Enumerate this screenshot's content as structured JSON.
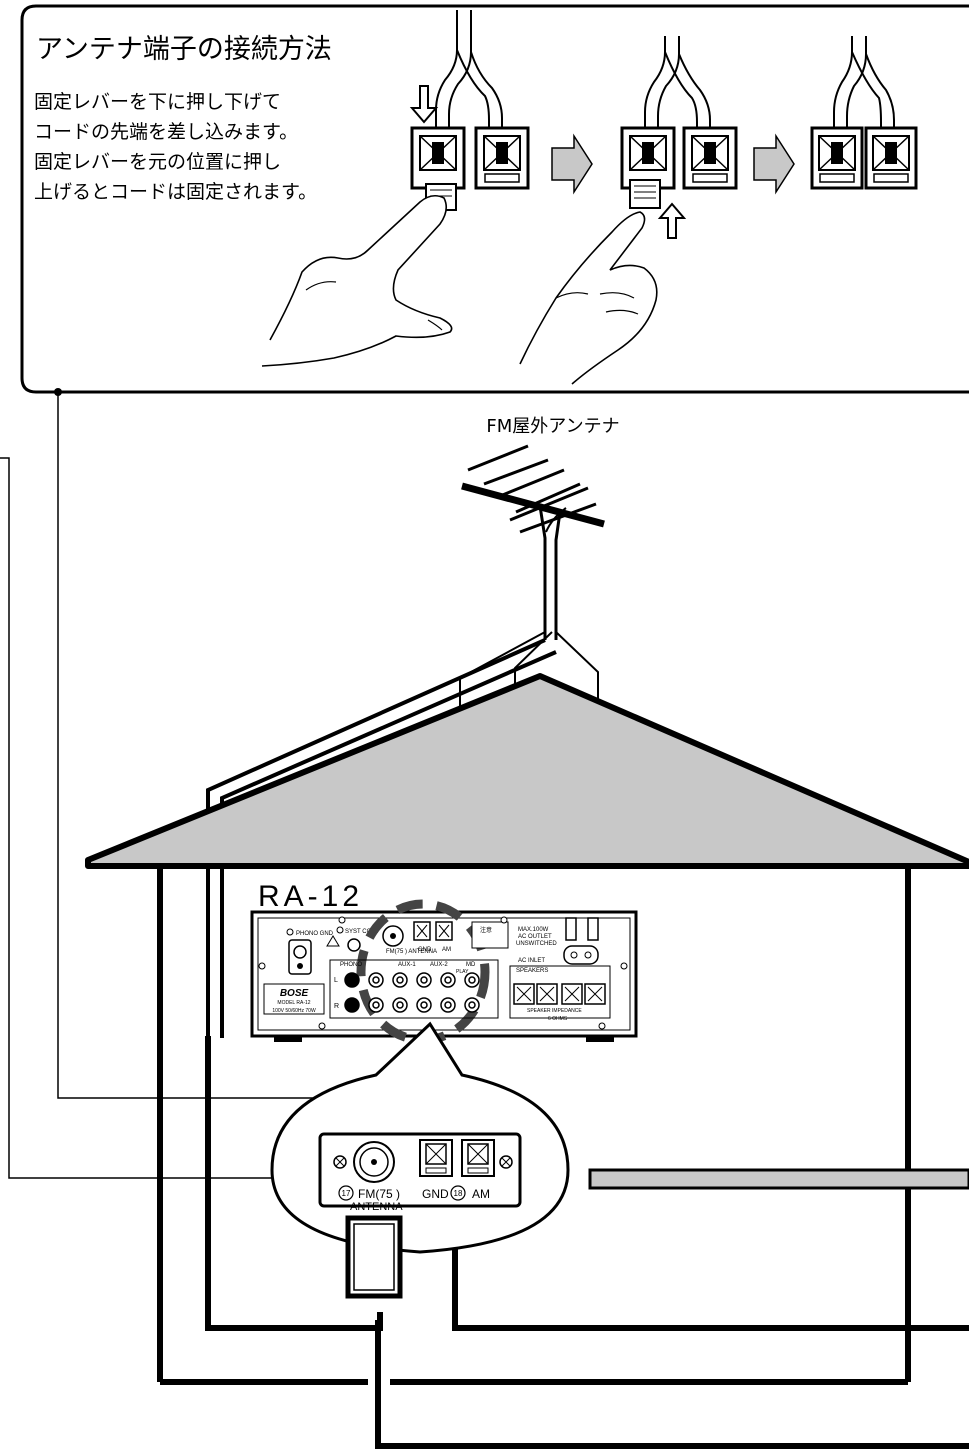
{
  "instructions": {
    "title": "アンテナ端子の接続方法",
    "lines": [
      "固定レバーを下に押し下げて",
      "コードの先端を差し込みます。",
      "固定レバーを元の位置に押し",
      "上げるとコードは固定されます。"
    ]
  },
  "antenna_label": "FM屋外アンテナ",
  "model_label": "RA-12",
  "rear_panel": {
    "phono_gnd": "PHONO GND",
    "syst_cont": "SYST CONT",
    "fm_antenna_short": "FM(75   ) ANTENNA",
    "gnd": "GND",
    "am": "AM",
    "phono": "PHONO",
    "aux1": "AUX-1",
    "aux2": "AUX-2",
    "md": "MD",
    "play": "PLAY",
    "notice": "注意",
    "max_outlet": "MAX.100W",
    "ac_outlet": "AC OUTLET",
    "unswitched": "UNSWITCHED",
    "ac_inlet": "AC INLET",
    "speakers": "SPEAKERS",
    "speaker_impedance": "SPEAKER IMPEDANCE",
    "ohms": "6 OHMS",
    "brand": "BOSE",
    "model_small": "MODEL RA-12",
    "rating": "100V  50/60Hz  70W",
    "ch_l": "L",
    "ch_r": "R"
  },
  "zoom_panel": {
    "fm_label": "FM(75   )",
    "antenna_word": "ANTENNA",
    "gnd": "GND",
    "am": "AM",
    "num_17": "17",
    "num_18": "18"
  },
  "colors": {
    "roof": "#c8c8c8",
    "shelf": "#c8c8c8",
    "arrow": "#c8c8c8",
    "line": "#000000"
  }
}
